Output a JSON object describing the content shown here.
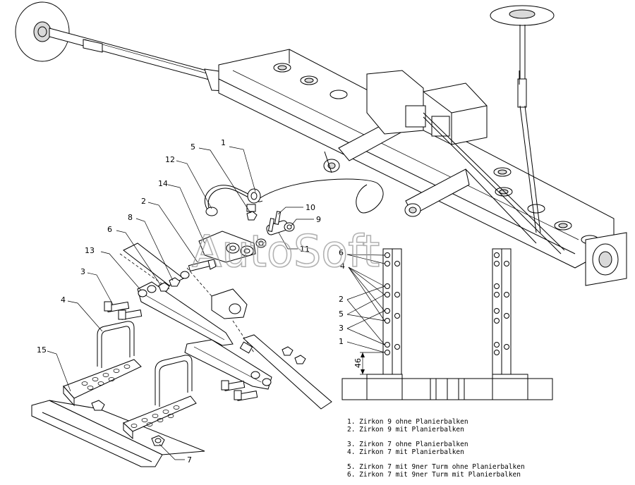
{
  "watermark": "AutoSoft",
  "callouts": {
    "c1": "1",
    "c2": "2",
    "c3": "3",
    "c4": "4",
    "c5": "5",
    "c6": "6",
    "c7": "7",
    "c8": "8",
    "c9": "9",
    "c10": "10",
    "c11": "11",
    "c12": "12",
    "c13": "13",
    "c14": "14",
    "c15": "15"
  },
  "detail": {
    "left_labels": [
      "6",
      "4",
      "2",
      "5",
      "3",
      "1"
    ],
    "dimension": "46"
  },
  "legend": [
    "1. Zirkon 9 ohne Planierbalken",
    "2. Zirkon 9 mit Planierbalken",
    "3. Zirkon 7 ohne Planierbalken",
    "4. Zirkon 7 mit Planierbalken",
    "5. Zirkon 7 mit 9ner Turm ohne Planierbalken",
    "6. Zirkon 7 mit 9ner Turm mit Planierbalken"
  ]
}
